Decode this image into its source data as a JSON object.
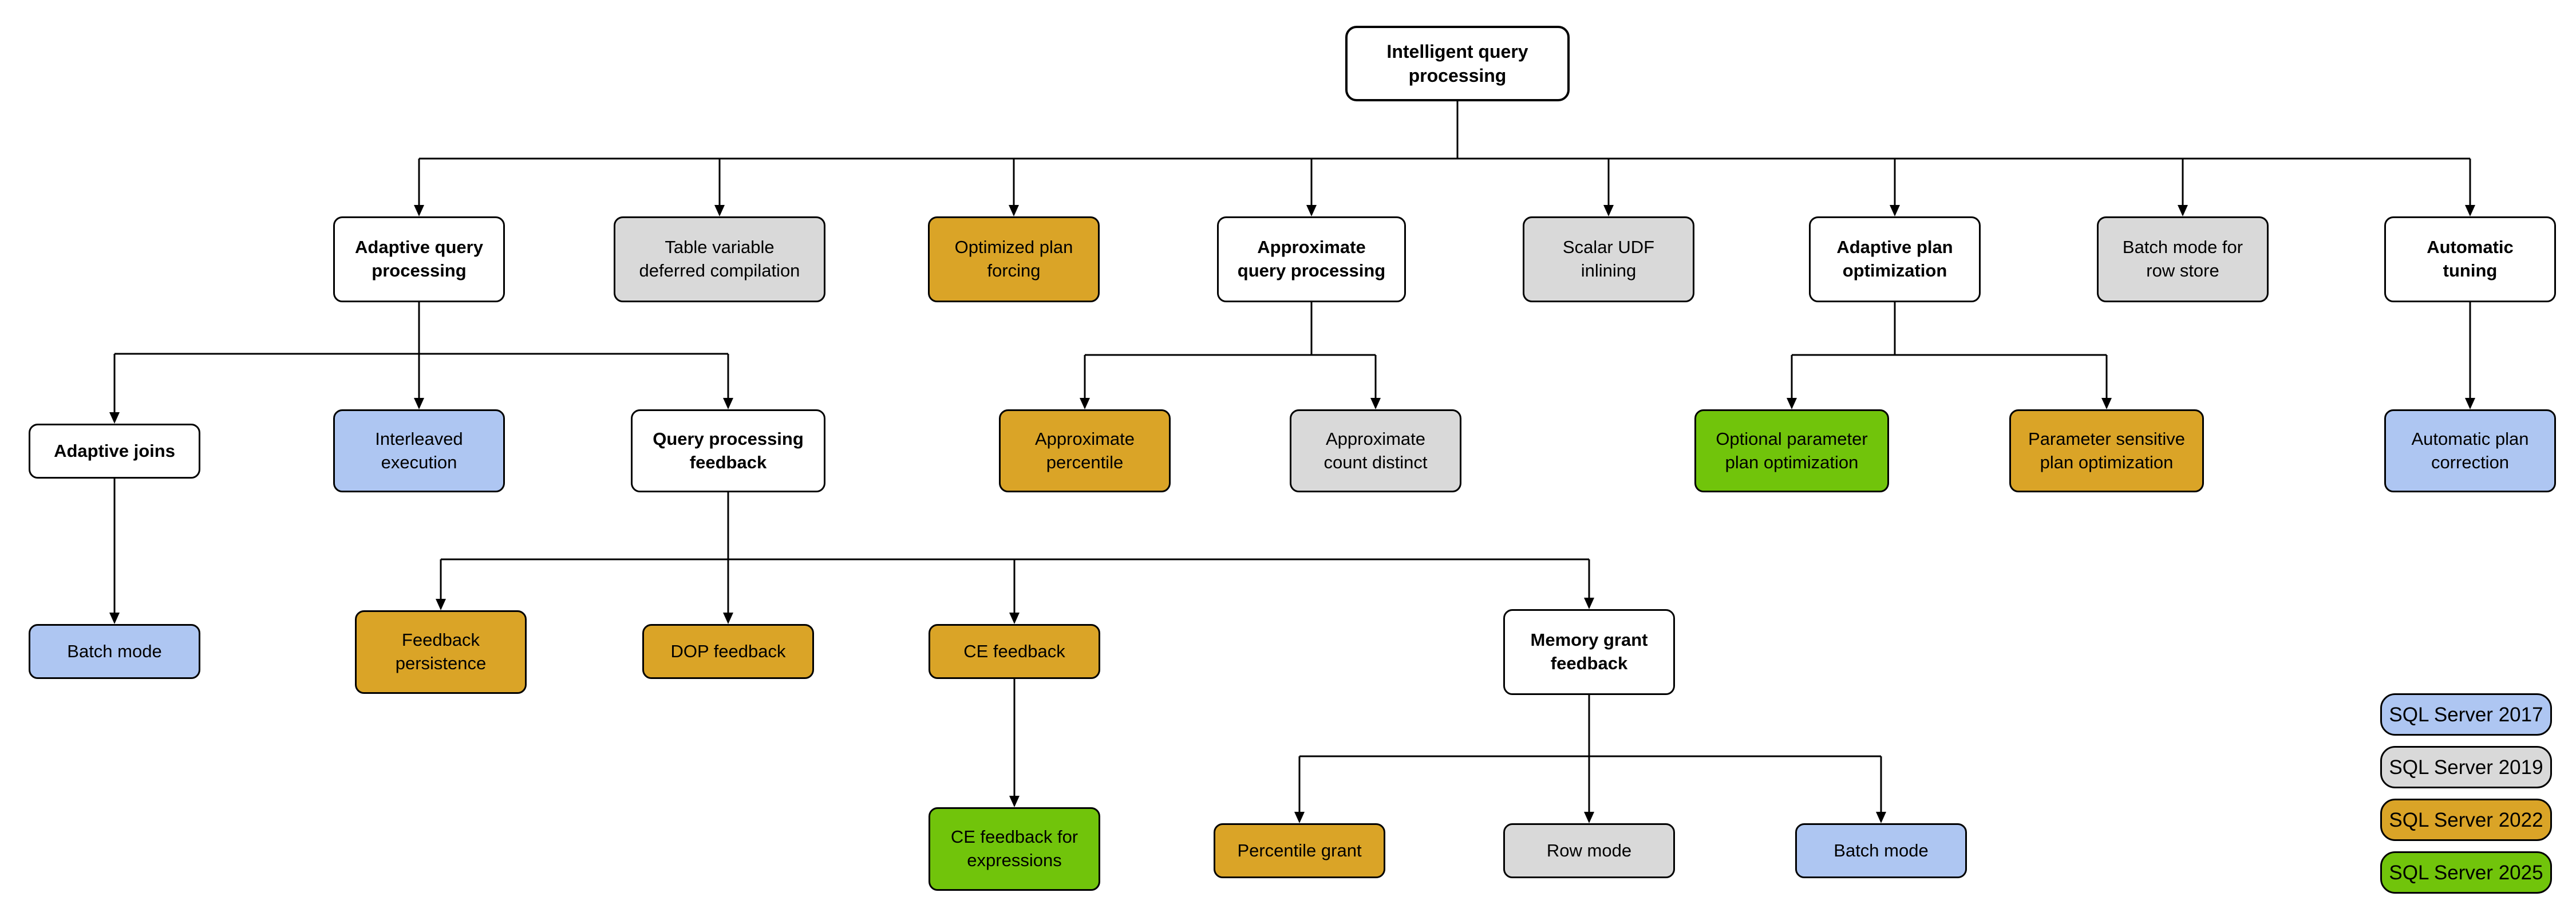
{
  "diagram_title": "Intelligent query processing",
  "nodes": {
    "root": {
      "label": "Intelligent query\nprocessing",
      "version": "category"
    },
    "adaptive_query_processing": {
      "label": "Adaptive query\nprocessing",
      "version": "category"
    },
    "table_variable_deferred_compilation": {
      "label": "Table variable\ndeferred compilation",
      "version": "2019"
    },
    "optimized_plan_forcing": {
      "label": "Optimized plan\nforcing",
      "version": "2022"
    },
    "approximate_query_processing": {
      "label": "Approximate\nquery processing",
      "version": "category"
    },
    "scalar_udf_inlining": {
      "label": "Scalar UDF\ninlining",
      "version": "2019"
    },
    "adaptive_plan_optimization": {
      "label": "Adaptive plan\noptimization",
      "version": "category"
    },
    "batch_mode_for_row_store": {
      "label": "Batch mode for\nrow store",
      "version": "2019"
    },
    "automatic_tuning": {
      "label": "Automatic\ntuning",
      "version": "category"
    },
    "adaptive_joins": {
      "label": "Adaptive joins",
      "version": "category"
    },
    "interleaved_execution": {
      "label": "Interleaved\nexecution",
      "version": "2017"
    },
    "query_processing_feedback": {
      "label": "Query processing\nfeedback",
      "version": "category"
    },
    "approximate_percentile": {
      "label": "Approximate\npercentile",
      "version": "2022"
    },
    "approximate_count_distinct": {
      "label": "Approximate\ncount distinct",
      "version": "2019"
    },
    "optional_parameter_plan_optimization": {
      "label": "Optional parameter\nplan optimization",
      "version": "2025"
    },
    "parameter_sensitive_plan_optimization": {
      "label": "Parameter sensitive\nplan optimization",
      "version": "2022"
    },
    "automatic_plan_correction": {
      "label": "Automatic plan\ncorrection",
      "version": "2017"
    },
    "batch_mode_adaptive_joins": {
      "label": "Batch mode",
      "version": "2017"
    },
    "feedback_persistence": {
      "label": "Feedback\npersistence",
      "version": "2022"
    },
    "dop_feedback": {
      "label": "DOP feedback",
      "version": "2022"
    },
    "ce_feedback": {
      "label": "CE feedback",
      "version": "2022"
    },
    "memory_grant_feedback": {
      "label": "Memory grant\nfeedback",
      "version": "category"
    },
    "ce_feedback_for_expressions": {
      "label": "CE feedback for\nexpressions",
      "version": "2025"
    },
    "percentile_grant": {
      "label": "Percentile grant",
      "version": "2022"
    },
    "row_mode": {
      "label": "Row mode",
      "version": "2019"
    },
    "batch_mode_memory_grant": {
      "label": "Batch mode",
      "version": "2017"
    }
  },
  "legend": {
    "items": [
      {
        "label": "SQL Server 2017",
        "version": "2017"
      },
      {
        "label": "SQL Server 2019",
        "version": "2019"
      },
      {
        "label": "SQL Server 2022",
        "version": "2022"
      },
      {
        "label": "SQL Server 2025",
        "version": "2025"
      }
    ],
    "colors": {
      "2017": "#AEC6F2",
      "2019": "#D9D9D9",
      "2022": "#DAA427",
      "2025": "#71C40B",
      "category": "#FFFFFF",
      "border": "#000000"
    }
  }
}
